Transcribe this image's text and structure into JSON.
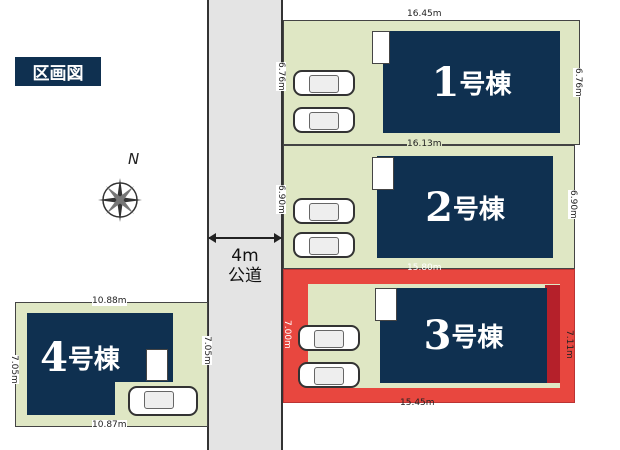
{
  "legend_label": "区画図",
  "compass": {
    "label": "N"
  },
  "road": {
    "width": "4m",
    "label": "公道"
  },
  "lots": [
    {
      "number": "1",
      "suffix": "号棟",
      "dims": {
        "top": "16.45m",
        "left": "6.76m",
        "right": "6.76m"
      }
    },
    {
      "number": "2",
      "suffix": "号棟",
      "dims": {
        "top": "16.13m",
        "left": "6.90m",
        "right": "6.90m"
      }
    },
    {
      "number": "3",
      "suffix": "号棟",
      "dims": {
        "top": "15.80m",
        "left": "7.00m",
        "right": "7.11m",
        "bottom": "15.45m"
      },
      "highlighted": true
    },
    {
      "number": "4",
      "suffix": "号棟",
      "dims": {
        "top": "10.88m",
        "left": "7.05m",
        "right": "7.05m",
        "bottom": "10.87m"
      }
    }
  ],
  "colors": {
    "building": "#0f3050",
    "lot": "#dfe7c4",
    "highlight": "#e8473f",
    "road": "#e4e4e4"
  }
}
